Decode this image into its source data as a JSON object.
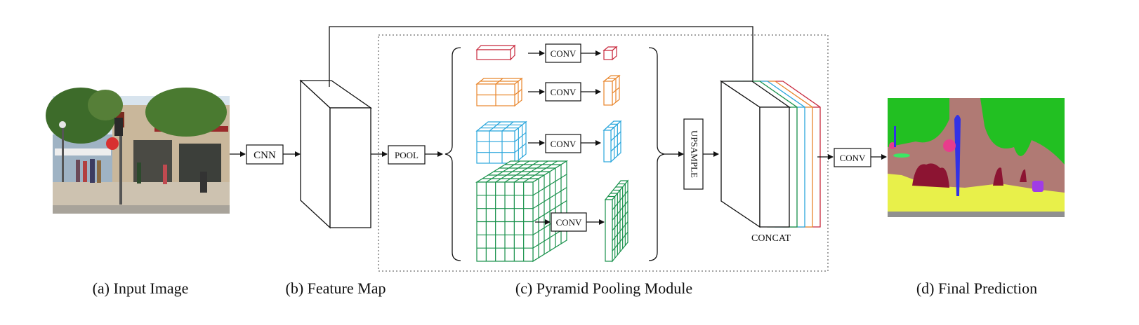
{
  "labels": {
    "cnn": "CNN",
    "pool": "POOL",
    "conv": "CONV",
    "upsample": "UPSAMPLE",
    "concat": "CONCAT",
    "final_conv": "CONV"
  },
  "captions": {
    "input": "(a) Input Image",
    "feature_map": "(b) Feature Map",
    "ppm": "(c) Pyramid Pooling Module",
    "prediction": "(d) Final Prediction"
  },
  "pyramid_levels": [
    {
      "name": "level-1",
      "color": "#c8283c"
    },
    {
      "name": "level-2",
      "color": "#e8862c"
    },
    {
      "name": "level-3",
      "color": "#2aa6dc"
    },
    {
      "name": "level-4",
      "color": "#17904a"
    }
  ],
  "segmentation_colors": {
    "tree": "#22c022",
    "building": "#b07a74",
    "road": "#e8f04a",
    "person": "#8c1432",
    "pole": "#3232e6",
    "sign": "#e83c8c",
    "car": "#a03ce6",
    "sidewalk": "#909090"
  }
}
